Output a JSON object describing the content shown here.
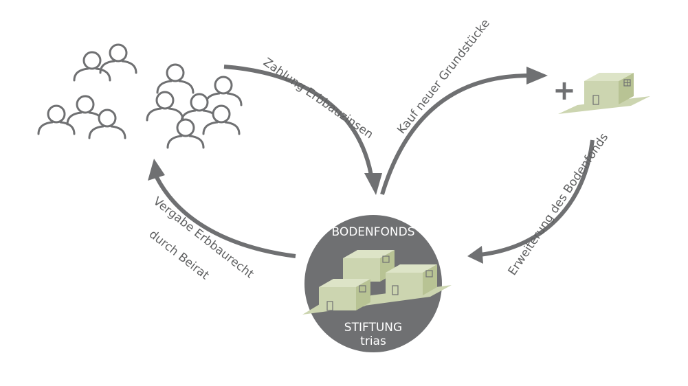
{
  "diagram": {
    "labels": {
      "payment": "Zahlung Erbbauzinsen",
      "purchase": "Kauf neuer Grundstücke",
      "expansion": "Erweiterung des Bodenfonds",
      "allocation_line1": "Vergabe Erbbaurecht",
      "allocation_line2": "durch Beirat"
    },
    "center": {
      "title": "BODENFONDS",
      "org_line1": "STIFTUNG",
      "org_line2": "trias"
    },
    "plus_sign": "+",
    "colors": {
      "arrow": "#6f7072",
      "text": "#5f6061",
      "circle": "#6f7072",
      "building_fill": "#ccd5b0",
      "building_side": "#b8c394",
      "building_roof": "#dde4c7",
      "people_stroke": "#6f7072"
    }
  }
}
